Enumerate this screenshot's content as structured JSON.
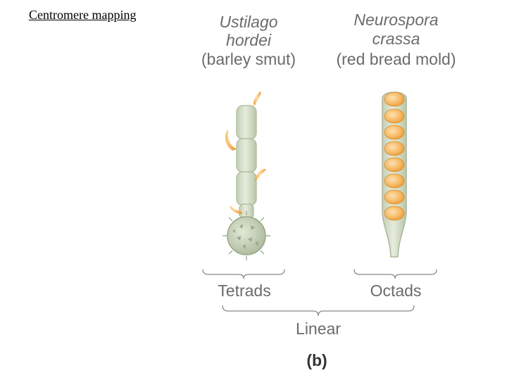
{
  "slide": {
    "title": "Centromere mapping"
  },
  "figure": {
    "left_organism": {
      "genus": "Ustilago",
      "species": "hordei",
      "common": "(barley smut)"
    },
    "right_organism": {
      "genus": "Neurospora",
      "species": "crassa",
      "common": "(red bread mold)"
    },
    "left_group_label": "Tetrads",
    "right_group_label": "Octads",
    "bottom_label": "Linear",
    "panel_label": "(b)"
  },
  "colors": {
    "cell_fill": "#d6dfc9",
    "cell_stroke": "#a9b799",
    "spore_fill": "#f2a64a",
    "spore_highlight": "#fbd9a3",
    "label_text": "#6b6b6b",
    "bracket": "#8a8a8a"
  }
}
